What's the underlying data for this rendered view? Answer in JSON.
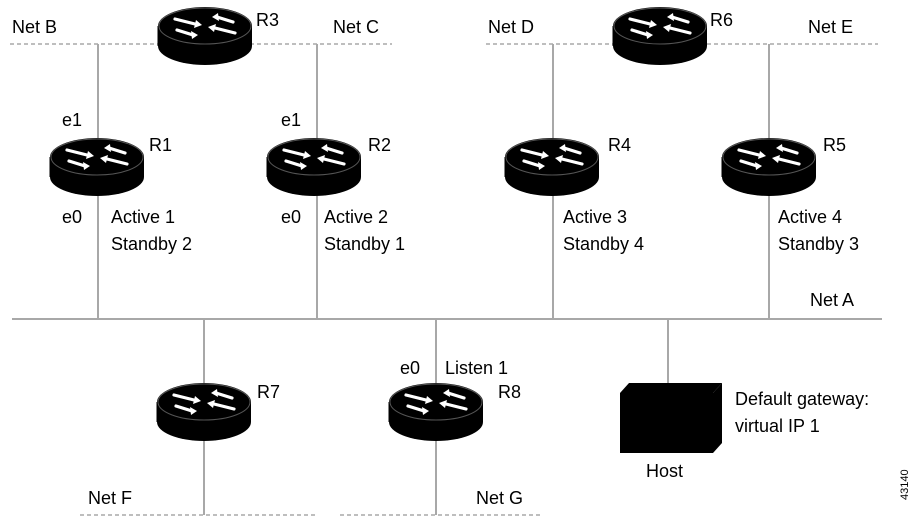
{
  "networks": {
    "net_a": "Net A",
    "net_b": "Net B",
    "net_c": "Net C",
    "net_d": "Net D",
    "net_e": "Net E",
    "net_f": "Net F",
    "net_g": "Net G"
  },
  "routers": {
    "r1": "R1",
    "r2": "R2",
    "r3": "R3",
    "r4": "R4",
    "r5": "R5",
    "r6": "R6",
    "r7": "R7",
    "r8": "R8"
  },
  "interfaces": {
    "r1_e1": "e1",
    "r1_e0": "e0",
    "r2_e1": "e1",
    "r2_e0": "e0",
    "r8_e0": "e0"
  },
  "roles": {
    "r1_active": "Active 1",
    "r1_standby": "Standby 2",
    "r2_active": "Active 2",
    "r2_standby": "Standby 1",
    "r4_active": "Active 3",
    "r4_standby": "Standby 4",
    "r5_active": "Active 4",
    "r5_standby": "Standby 3",
    "r8_listen": "Listen 1"
  },
  "host": {
    "label": "Host",
    "gateway_line1": "Default gateway:",
    "gateway_line2": "virtual IP 1"
  },
  "figure_id": "43140",
  "icons": {
    "router": "router-icon",
    "host": "host-icon"
  }
}
